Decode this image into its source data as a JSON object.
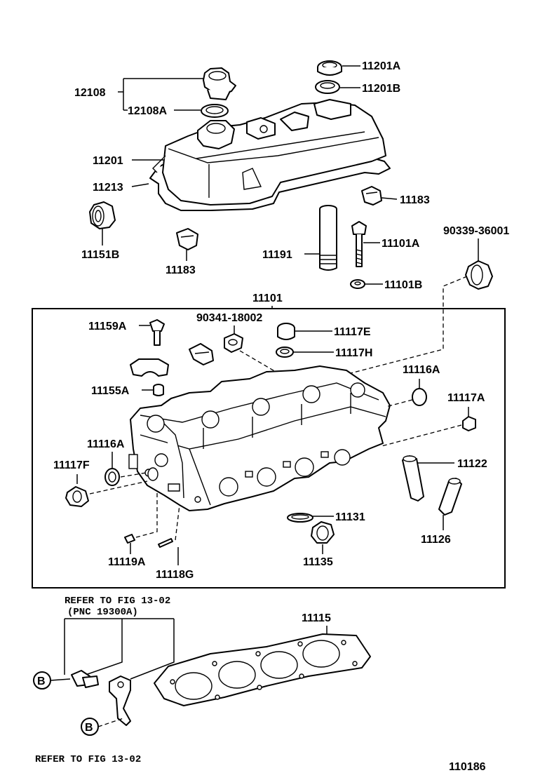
{
  "diagram_id": "110186",
  "labels": {
    "p12108": "12108",
    "p12108a": "12108A",
    "p11201a": "11201A",
    "p11201b": "11201B",
    "p11201": "11201",
    "p11213": "11213",
    "p11183_right": "11183",
    "p11183_left": "11183",
    "p11151b": "11151B",
    "p11191": "11191",
    "p11101a": "11101A",
    "p11101b": "11101B",
    "p90339": "90339-36001",
    "p11101": "11101",
    "p11159a": "11159A",
    "p90341": "90341-18002",
    "p11117e": "11117E",
    "p11117h": "11117H",
    "p11116a_right": "11116A",
    "p11155a": "11155A",
    "p11117a": "11117A",
    "p11116a_left": "11116A",
    "p11117f": "11117F",
    "p11122": "11122",
    "p11131": "11131",
    "p11126": "11126",
    "p11135": "11135",
    "p11119a": "11119A",
    "p11118g": "11118G",
    "p11115": "11115"
  },
  "references": {
    "top_line1": "REFER TO FIG 13-02",
    "top_line2": "(PNC 19300A)",
    "bottom": "REFER TO FIG 13-02",
    "marker_b1": "B",
    "marker_b2": "B"
  }
}
